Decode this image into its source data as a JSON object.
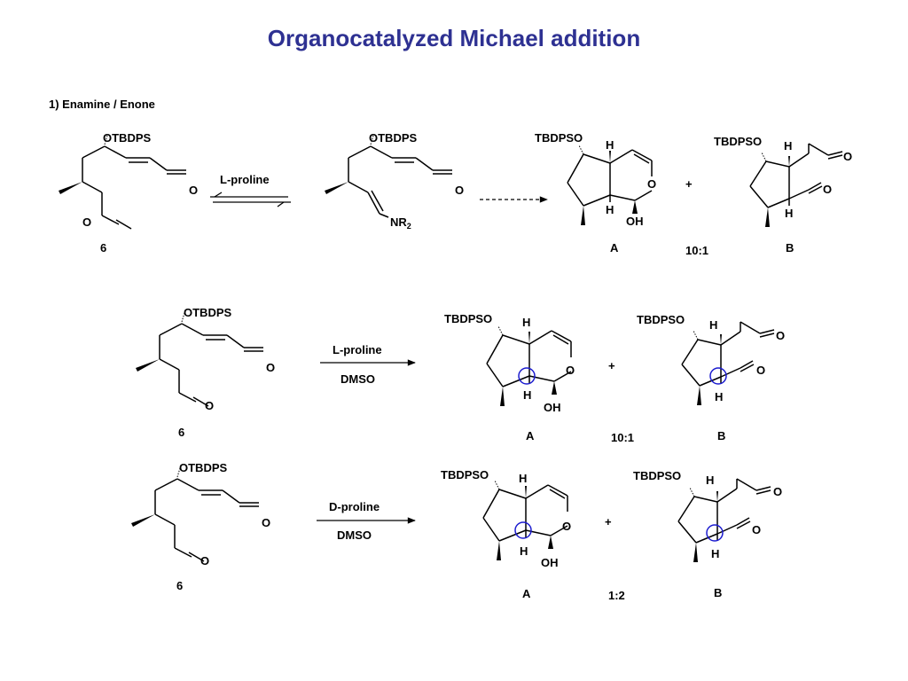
{
  "slide": {
    "title": "Organocatalyzed Michael addition",
    "section_1": "1) Enamine / Enone"
  },
  "labels": {
    "otbdps": "OTBDPS",
    "tbdpso": "TBDPSO",
    "o": "O",
    "h": "H",
    "oh": "OH",
    "nr": "NR",
    "sub2": "2",
    "compound_6": "6",
    "product_a": "A",
    "product_b": "B",
    "plus": "+"
  },
  "schemes": [
    {
      "id": "enamine",
      "catalyst": "L-proline",
      "solvent": "",
      "ratio": "10:1"
    },
    {
      "id": "l-proline",
      "catalyst": "L-proline",
      "solvent": "DMSO",
      "ratio": "10:1"
    },
    {
      "id": "d-proline",
      "catalyst": "D-proline",
      "solvent": "DMSO",
      "ratio": "1:2"
    }
  ],
  "colors": {
    "title": "#2e3192",
    "highlight_circle": "#1c1ccf",
    "ink": "#000000"
  }
}
